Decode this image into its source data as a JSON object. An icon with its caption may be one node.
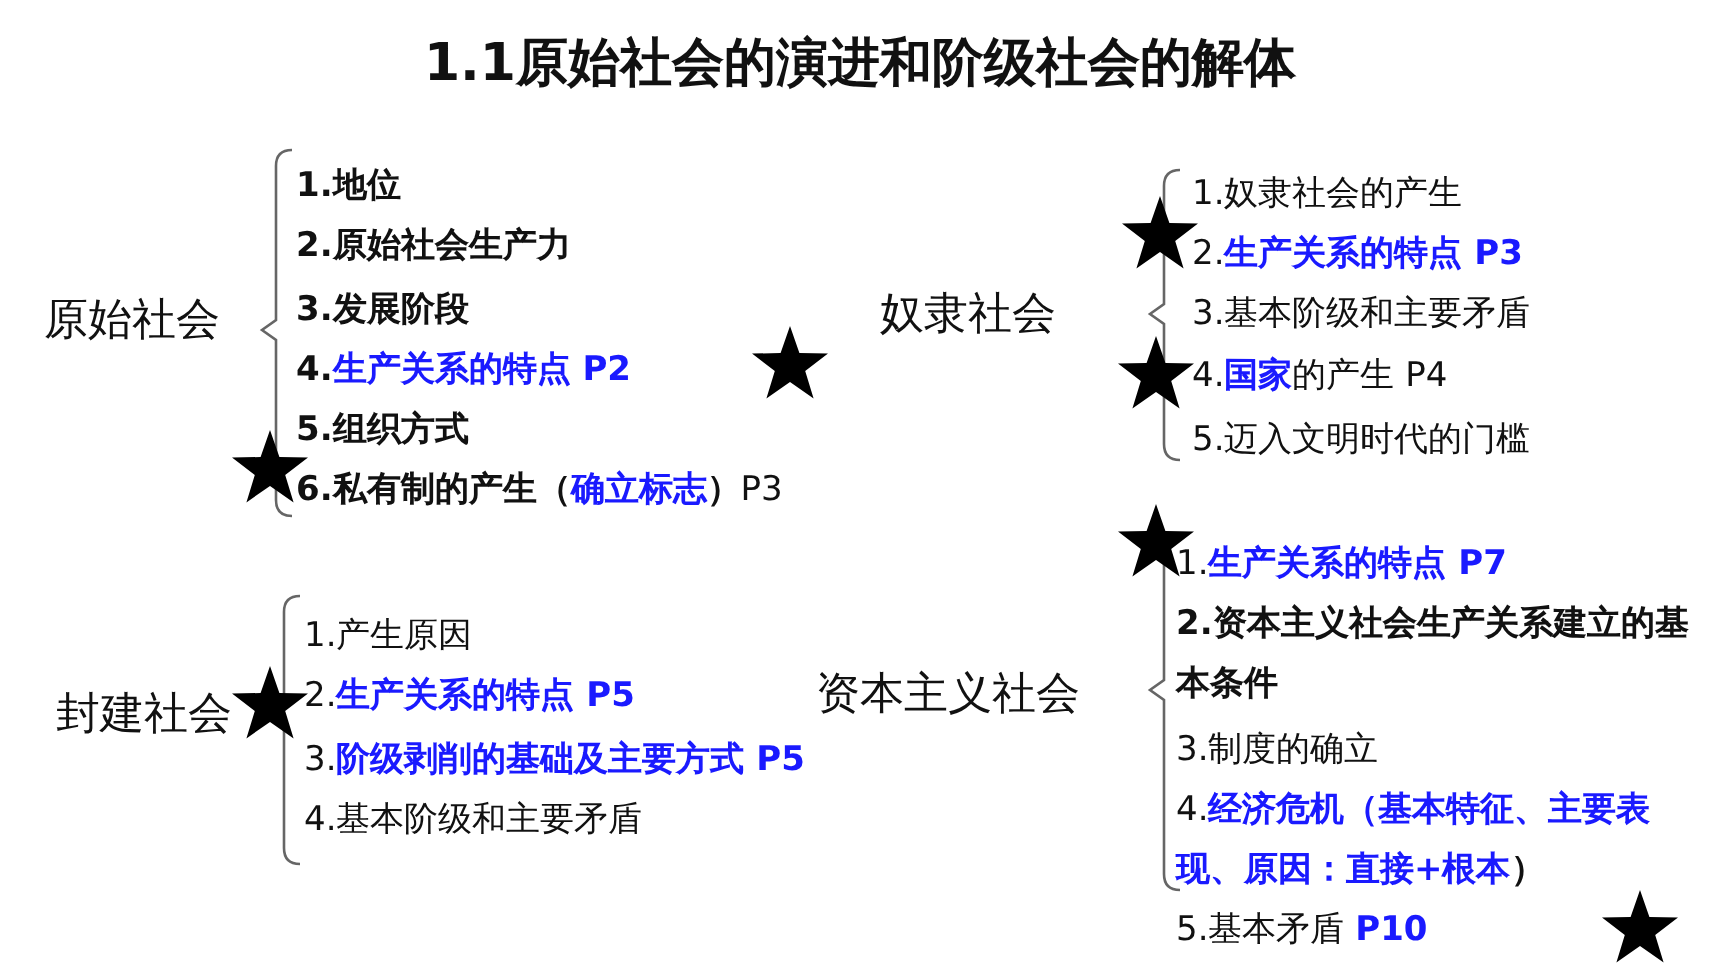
{
  "diagram": {
    "title": "1.1原始社会的演进和阶级社会的解体",
    "labels": [
      "原始社会",
      "1.地位",
      "2.原始社会生产力",
      "3.发展阶段",
      "4.生产关系的特点 P2",
      "5.组织方式",
      "6.私有制的产生（确立标志）P3",
      "奴隶社会",
      "1.奴隶社会的产生",
      "2.生产关系的特点 P3",
      "3.基本阶级和主要矛盾",
      "4.国家的产生 P4",
      "5.迈入文明时代的门槛",
      "封建社会",
      "1.产生原因",
      "2.生产关系的特点 P5",
      "3.阶级剥削的基础及主要方式  P5",
      "4.基本阶级和主要矛盾",
      "资本主义社会",
      "1.生产关系的特点 P7",
      "2.资本主义社会生产关系建立的基本条件",
      "3.制度的确立",
      "4.经济危机（基本特征、主要表现、原因：直接+根本）",
      "5.基本矛盾 P10"
    ]
  }
}
